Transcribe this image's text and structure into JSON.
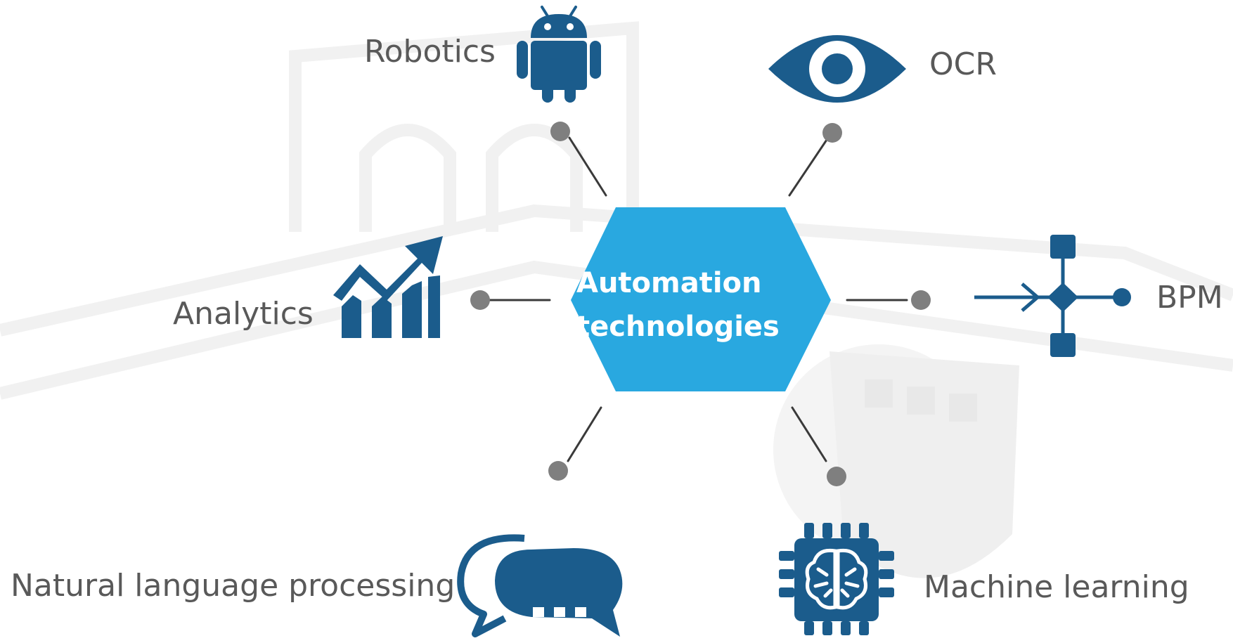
{
  "center": {
    "line1": "Automation",
    "line2": "technologies"
  },
  "nodes": [
    {
      "label": "Robotics",
      "icon": "android-robot-icon"
    },
    {
      "label": "OCR",
      "icon": "eye-icon"
    },
    {
      "label": "Analytics",
      "icon": "chart-growth-icon"
    },
    {
      "label": "BPM",
      "icon": "process-flow-icon"
    },
    {
      "label": "Natural language processing",
      "icon": "chat-bubbles-icon"
    },
    {
      "label": "Machine learning",
      "icon": "brain-chip-icon"
    }
  ],
  "colors": {
    "hexagon": "#29A8E0",
    "icon": "#1B5C8C",
    "connector": "#3A3A3A",
    "connector_dot": "#7F7F7F",
    "label": "#595959"
  }
}
